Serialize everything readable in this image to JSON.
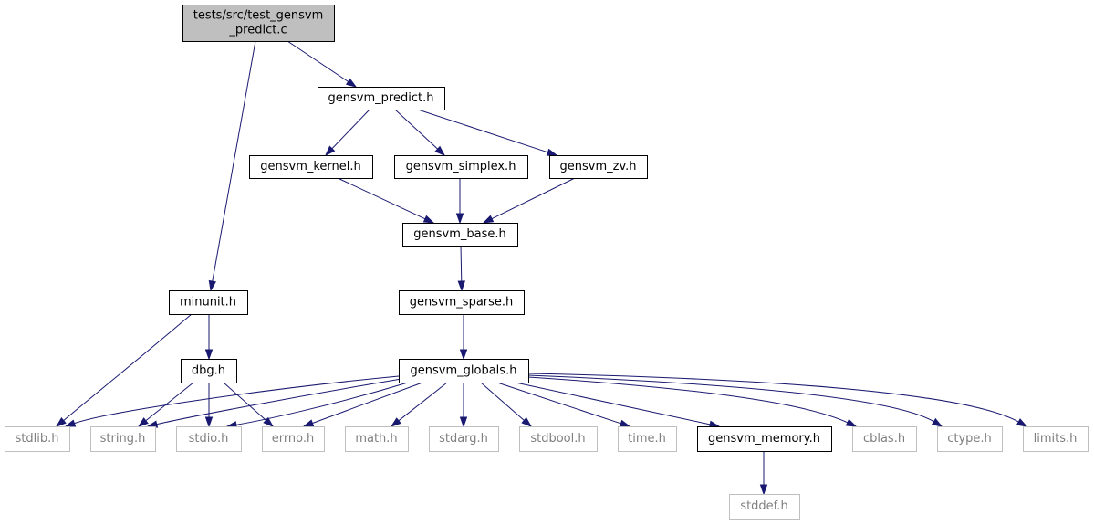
{
  "colors": {
    "edge": "#191970",
    "root_fill": "#bfbfbf",
    "node_fill": "#ffffff",
    "node_border": "#000000",
    "external_border": "#bfbfbf",
    "external_text": "#7f7f7f"
  },
  "nodes": [
    {
      "id": "root",
      "lines": [
        "tests/src/test_gensvm",
        "_predict.c"
      ],
      "kind": "root"
    },
    {
      "id": "gensvm_predict",
      "lines": [
        "gensvm_predict.h"
      ],
      "kind": "internal"
    },
    {
      "id": "gensvm_kernel",
      "lines": [
        "gensvm_kernel.h"
      ],
      "kind": "internal"
    },
    {
      "id": "gensvm_simplex",
      "lines": [
        "gensvm_simplex.h"
      ],
      "kind": "internal"
    },
    {
      "id": "gensvm_zv",
      "lines": [
        "gensvm_zv.h"
      ],
      "kind": "internal"
    },
    {
      "id": "gensvm_base",
      "lines": [
        "gensvm_base.h"
      ],
      "kind": "internal"
    },
    {
      "id": "gensvm_sparse",
      "lines": [
        "gensvm_sparse.h"
      ],
      "kind": "internal"
    },
    {
      "id": "minunit",
      "lines": [
        "minunit.h"
      ],
      "kind": "internal"
    },
    {
      "id": "dbg",
      "lines": [
        "dbg.h"
      ],
      "kind": "internal"
    },
    {
      "id": "gensvm_globals",
      "lines": [
        "gensvm_globals.h"
      ],
      "kind": "internal"
    },
    {
      "id": "stdlib",
      "lines": [
        "stdlib.h"
      ],
      "kind": "external"
    },
    {
      "id": "string",
      "lines": [
        "string.h"
      ],
      "kind": "external"
    },
    {
      "id": "stdio",
      "lines": [
        "stdio.h"
      ],
      "kind": "external"
    },
    {
      "id": "errno",
      "lines": [
        "errno.h"
      ],
      "kind": "external"
    },
    {
      "id": "math",
      "lines": [
        "math.h"
      ],
      "kind": "external"
    },
    {
      "id": "stdarg",
      "lines": [
        "stdarg.h"
      ],
      "kind": "external"
    },
    {
      "id": "stdbool",
      "lines": [
        "stdbool.h"
      ],
      "kind": "external"
    },
    {
      "id": "time",
      "lines": [
        "time.h"
      ],
      "kind": "external"
    },
    {
      "id": "gensvm_memory",
      "lines": [
        "gensvm_memory.h"
      ],
      "kind": "internal"
    },
    {
      "id": "cblas",
      "lines": [
        "cblas.h"
      ],
      "kind": "external"
    },
    {
      "id": "ctype",
      "lines": [
        "ctype.h"
      ],
      "kind": "external"
    },
    {
      "id": "limits",
      "lines": [
        "limits.h"
      ],
      "kind": "external"
    },
    {
      "id": "stddef",
      "lines": [
        "stddef.h"
      ],
      "kind": "external"
    }
  ],
  "edges": [
    {
      "from": "root",
      "to": "gensvm_predict"
    },
    {
      "from": "root",
      "to": "minunit"
    },
    {
      "from": "gensvm_predict",
      "to": "gensvm_kernel"
    },
    {
      "from": "gensvm_predict",
      "to": "gensvm_simplex"
    },
    {
      "from": "gensvm_predict",
      "to": "gensvm_zv"
    },
    {
      "from": "gensvm_kernel",
      "to": "gensvm_base"
    },
    {
      "from": "gensvm_simplex",
      "to": "gensvm_base"
    },
    {
      "from": "gensvm_zv",
      "to": "gensvm_base"
    },
    {
      "from": "gensvm_base",
      "to": "gensvm_sparse"
    },
    {
      "from": "gensvm_sparse",
      "to": "gensvm_globals"
    },
    {
      "from": "minunit",
      "to": "dbg"
    },
    {
      "from": "minunit",
      "to": "stdlib"
    },
    {
      "from": "dbg",
      "to": "string"
    },
    {
      "from": "dbg",
      "to": "stdio"
    },
    {
      "from": "dbg",
      "to": "errno"
    },
    {
      "from": "gensvm_globals",
      "to": "stdlib"
    },
    {
      "from": "gensvm_globals",
      "to": "string"
    },
    {
      "from": "gensvm_globals",
      "to": "stdio"
    },
    {
      "from": "gensvm_globals",
      "to": "errno"
    },
    {
      "from": "gensvm_globals",
      "to": "math"
    },
    {
      "from": "gensvm_globals",
      "to": "stdarg"
    },
    {
      "from": "gensvm_globals",
      "to": "stdbool"
    },
    {
      "from": "gensvm_globals",
      "to": "time"
    },
    {
      "from": "gensvm_globals",
      "to": "gensvm_memory"
    },
    {
      "from": "gensvm_globals",
      "to": "cblas"
    },
    {
      "from": "gensvm_globals",
      "to": "ctype"
    },
    {
      "from": "gensvm_globals",
      "to": "limits"
    },
    {
      "from": "gensvm_memory",
      "to": "stddef"
    }
  ]
}
